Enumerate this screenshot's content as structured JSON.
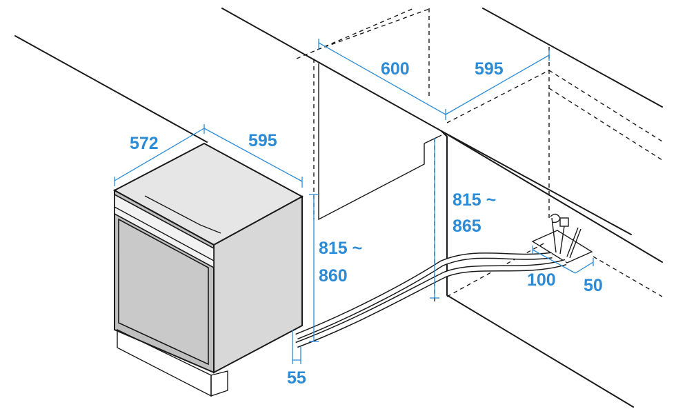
{
  "colors": {
    "dimension": "#2b8bd6",
    "outline": "#1a1a1a",
    "appliance": "#bfbfbf"
  },
  "dimensions": {
    "appliance_depth": "572",
    "appliance_width": "595",
    "appliance_height_line1": "815 ~",
    "appliance_height_line2": "860",
    "toe_kick": "55",
    "niche_depth": "600",
    "niche_width": "595",
    "niche_height_line1": "815 ~",
    "niche_height_line2": "865",
    "connection_area_depth": "100",
    "connection_area_width": "50"
  }
}
